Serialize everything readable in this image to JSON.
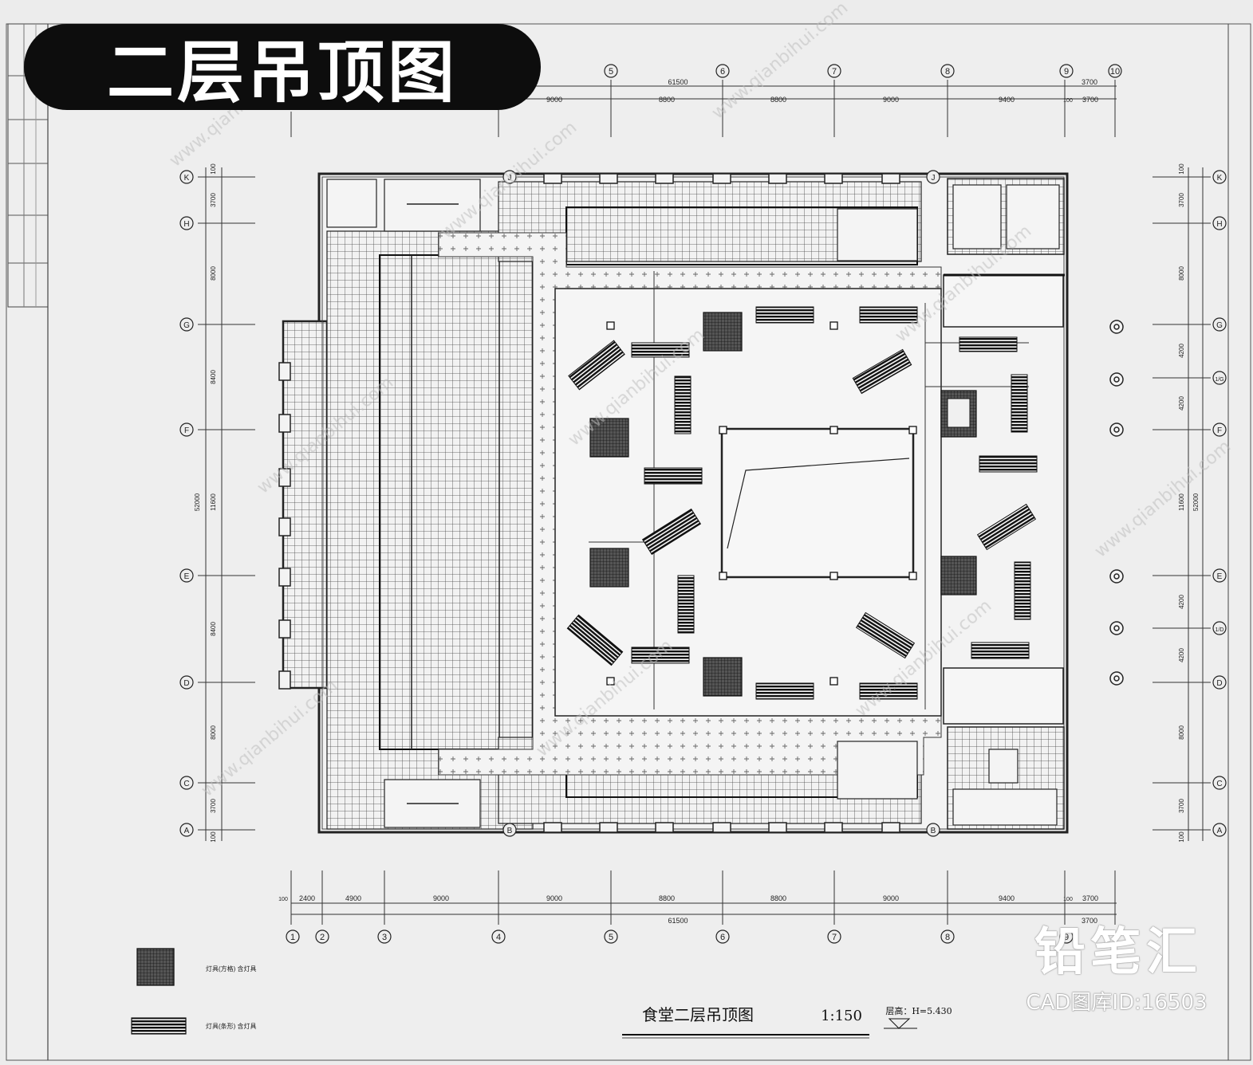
{
  "banner": {
    "title": "二层吊顶图"
  },
  "drawing": {
    "title": "食堂二层吊顶图",
    "scale": "1:150",
    "level_note": "层高：H=5.430"
  },
  "top_axes": [
    "5",
    "6",
    "7",
    "8",
    "9",
    "10"
  ],
  "bottom_axes": [
    "1",
    "2",
    "3",
    "4",
    "5",
    "6",
    "7",
    "8",
    "9"
  ],
  "top_dims": {
    "total": "61500",
    "right_total": "3700",
    "segments": [
      "9000",
      "8800",
      "8800",
      "9000",
      "9400",
      "100",
      "3700"
    ]
  },
  "bottom_dims": {
    "total": "61500",
    "right_total": "3700",
    "segments": [
      "100",
      "2400",
      "4900",
      "9000",
      "9000",
      "8800",
      "8800",
      "9000",
      "9400",
      "100",
      "3700"
    ]
  },
  "left_axes": [
    "K",
    "H",
    "G",
    "F",
    "E",
    "D",
    "C",
    "A"
  ],
  "right_axes": [
    "K",
    "H",
    "G",
    "1/G",
    "F",
    "E",
    "1/D",
    "D",
    "C",
    "A"
  ],
  "left_dims": {
    "segments": [
      "100",
      "3700",
      "8000",
      "8400",
      "11600",
      "8400",
      "8000",
      "3700",
      "100"
    ],
    "total": "52000"
  },
  "right_dims": {
    "segments": [
      "100",
      "3700",
      "8000",
      "4200",
      "4200",
      "11600",
      "4200",
      "4200",
      "8000",
      "3700",
      "100"
    ],
    "total": "52000"
  },
  "column_tags": [
    "J",
    "J",
    "B",
    "B"
  ],
  "legend": [
    {
      "label": "灯具(方格)  含灯具"
    },
    {
      "label": "灯具(条形)  含灯具"
    }
  ],
  "watermark": {
    "brand": "铅笔汇",
    "id": "CAD图库ID:16503",
    "site": "www.qianbihui.com"
  }
}
